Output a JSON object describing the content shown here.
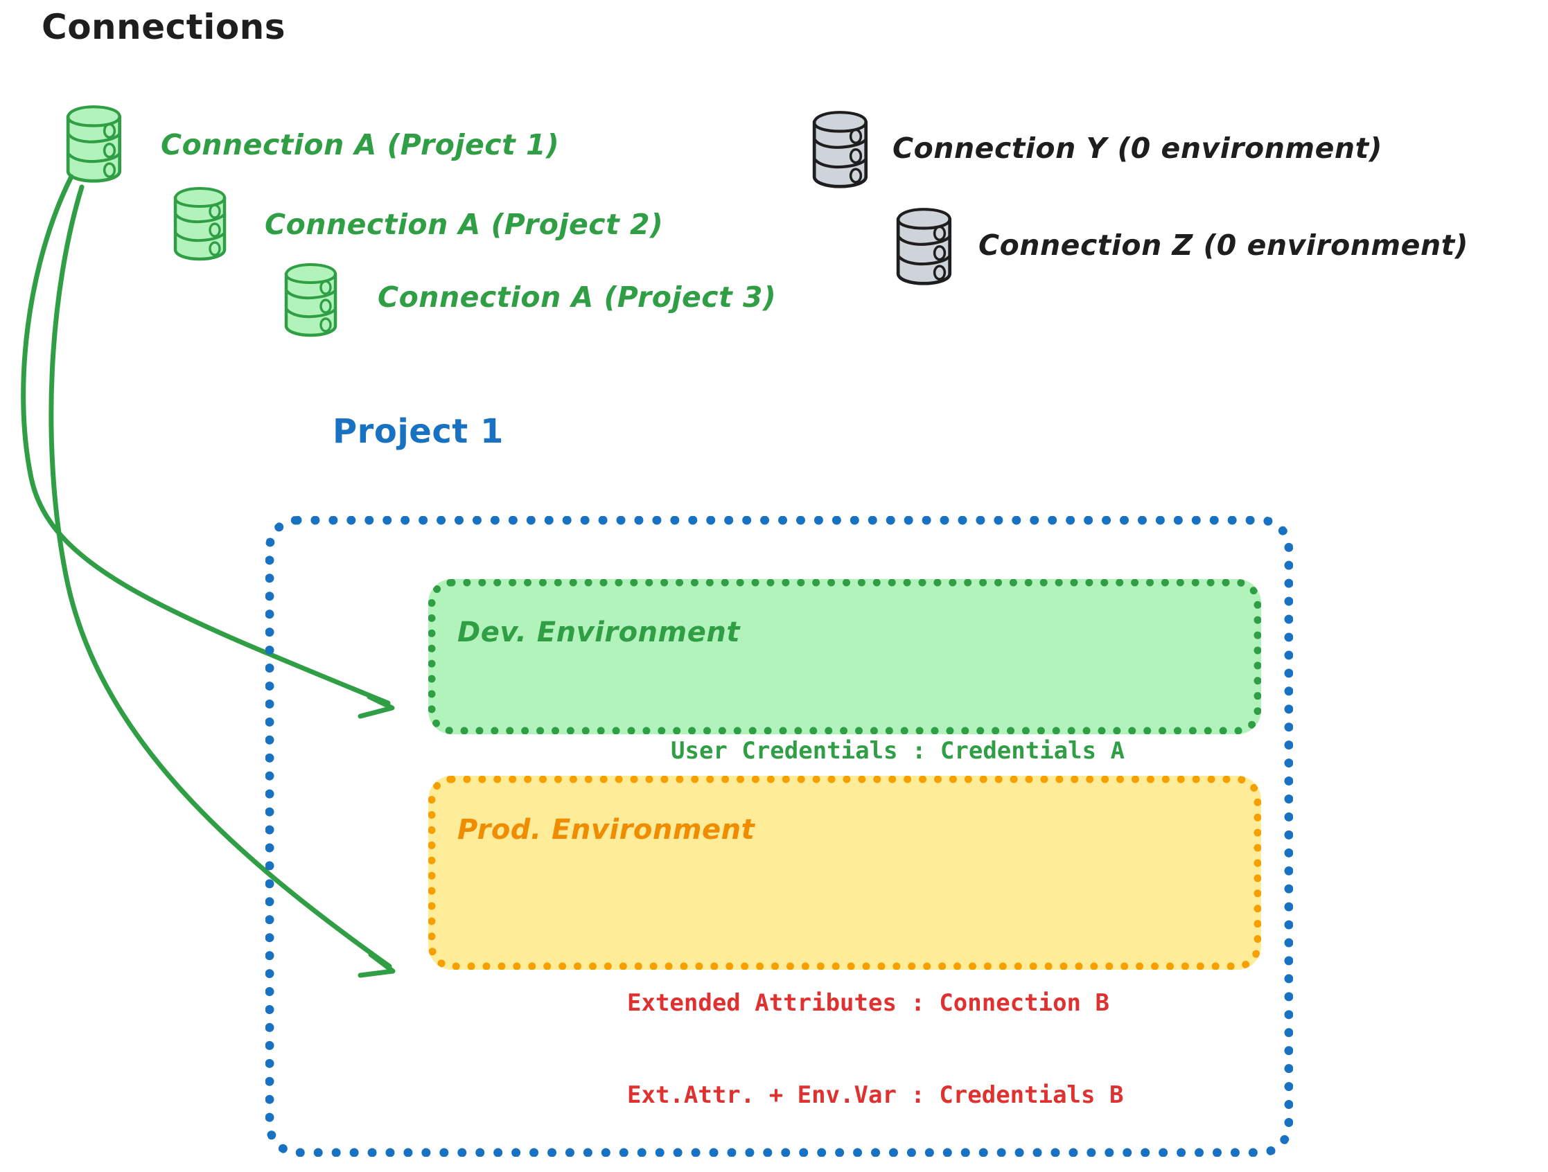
{
  "title": "Connections",
  "connections": {
    "green": [
      {
        "label": "Connection A (Project 1)",
        "icon": "database-icon",
        "color": "#2f9e44"
      },
      {
        "label": "Connection A (Project 2)",
        "icon": "database-icon",
        "color": "#2f9e44"
      },
      {
        "label": "Connection A (Project 3)",
        "icon": "database-icon",
        "color": "#2f9e44"
      }
    ],
    "gray": [
      {
        "label": "Connection Y (0 environment)",
        "icon": "database-icon",
        "color": "#1e1e1e"
      },
      {
        "label": "Connection Z (0 environment)",
        "icon": "database-icon",
        "color": "#1e1e1e"
      }
    ]
  },
  "project": {
    "title": "Project 1",
    "color": "#1971c2",
    "environments": [
      {
        "name": "Dev. Environment",
        "color": "#2f9e44",
        "fill": "#b2f2bb",
        "lines": [
          "User Credentials : Credentials A"
        ],
        "line_color": "#2f9e44"
      },
      {
        "name": "Prod. Environment",
        "color": "#f08c00",
        "fill": "#ffec99",
        "lines": [
          "Extended Attributes : Connection B",
          "Ext.Attr. + Env.Var : Credentials B"
        ],
        "line_color": "#e03131"
      }
    ]
  },
  "arrows": [
    {
      "name": "arrow-connection-a-to-dev",
      "color": "#2f9e44"
    },
    {
      "name": "arrow-connection-a-to-prod",
      "color": "#2f9e44"
    }
  ]
}
